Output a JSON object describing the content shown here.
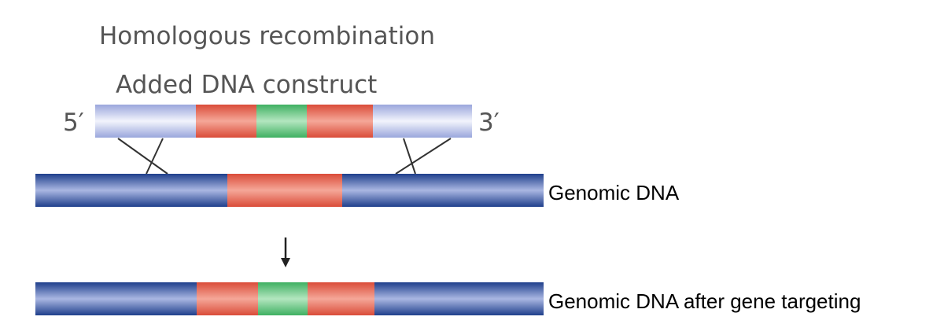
{
  "title": "Homologous recombination",
  "construct": {
    "label": "Added DNA construct",
    "five_prime": "5′",
    "three_prime": "3′"
  },
  "genomic": {
    "label": "Genomic DNA"
  },
  "targeted": {
    "label": "Genomic DNA after gene targeting"
  },
  "colors": {
    "light_blue": "#b4bde6",
    "dark_blue": "#2c4f9c",
    "red": "#e2624f",
    "green": "#5bbf77",
    "text_gray": "#555555",
    "line": "#333333"
  }
}
